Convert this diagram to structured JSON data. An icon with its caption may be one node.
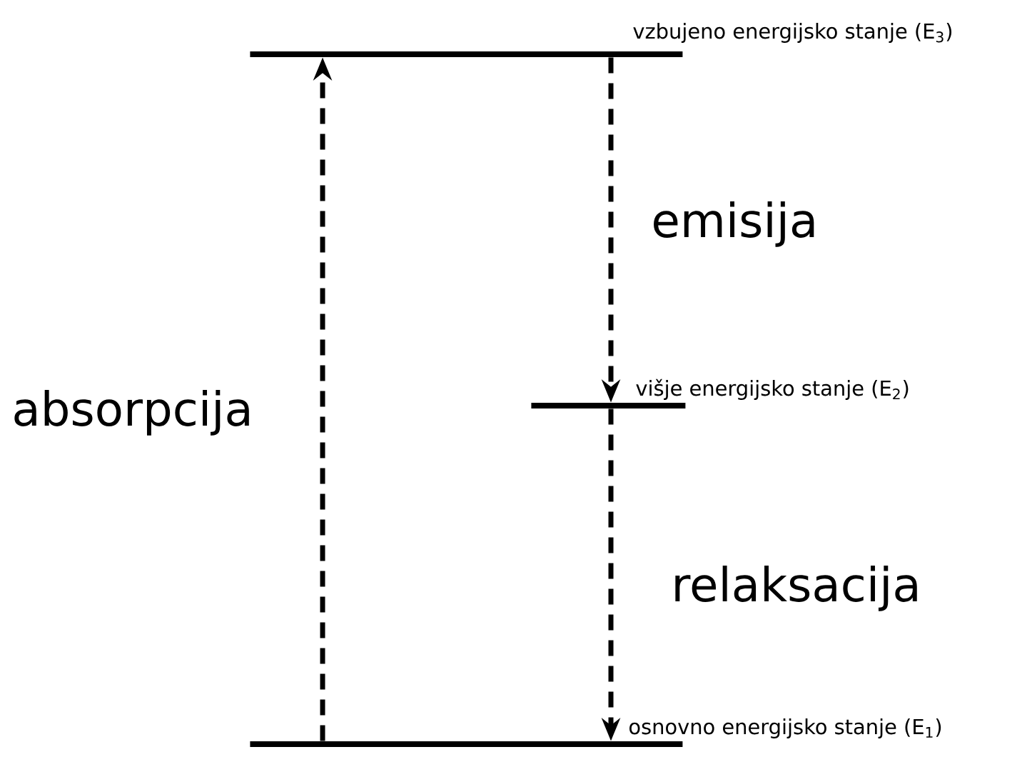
{
  "diagram": {
    "nodes": [
      {
        "text": [
          "vzbujeno energijsko stanje (E$_{3}$)"
        ]
      },
      {
        "text": [
          "višje energijsko stanje (E$_{2}$)"
        ]
      },
      {
        "text": [
          "osnovno energijsko stanje (E$_{1}$)"
        ]
      }
    ],
    "edges": [
      {
        "from": 2,
        "to": 0,
        "arrow": "to",
        "label": "absorpcija",
        "style": "dashed"
      },
      {
        "from": 0,
        "to": 1,
        "arrow": "to",
        "label": "emisija",
        "style": "dashed"
      },
      {
        "from": 1,
        "to": 2,
        "arrow": "to",
        "label": "relaksacija",
        "style": "dashed"
      }
    ]
  }
}
